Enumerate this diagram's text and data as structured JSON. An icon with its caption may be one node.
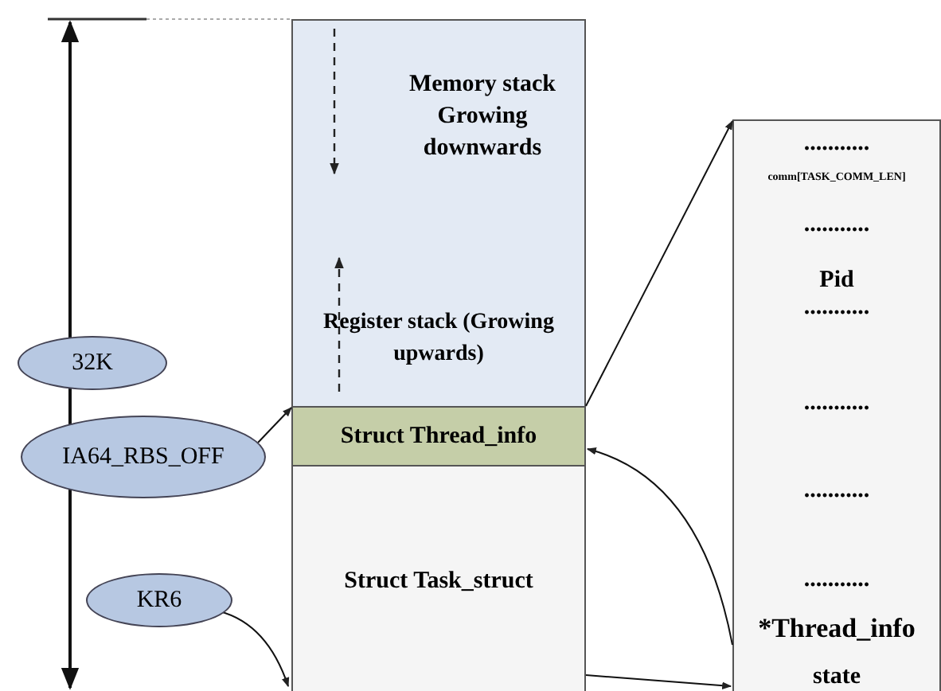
{
  "diagram": {
    "nodes": [
      {
        "text": [
          "Memory stack Growing downwards",
          "Register stack (Growing upwards)"
        ]
      },
      {
        "text": [
          "Struct Thread_info"
        ]
      },
      {
        "text": [
          "Struct Task_struct"
        ]
      },
      {
        "text": [
          "...........",
          "comm[TASK_COMM_LEN]",
          "...........",
          "Pid",
          "...........",
          "...........",
          "...........",
          "...........",
          "*Thread_info",
          "state"
        ]
      },
      {
        "text": [
          "32K"
        ]
      },
      {
        "text": [
          "IA64_RBS_OFF"
        ]
      },
      {
        "text": [
          "KR6"
        ]
      }
    ],
    "edges": [
      {
        "from": 5,
        "to": 1,
        "arrow": "to"
      },
      {
        "from": 6,
        "to": 2,
        "arrow": "to"
      },
      {
        "from": 1,
        "to": 3,
        "arrow": "to"
      },
      {
        "from": 3,
        "to": 1,
        "arrow": "to"
      },
      {
        "from": 2,
        "to": 3,
        "arrow": "to"
      }
    ]
  }
}
